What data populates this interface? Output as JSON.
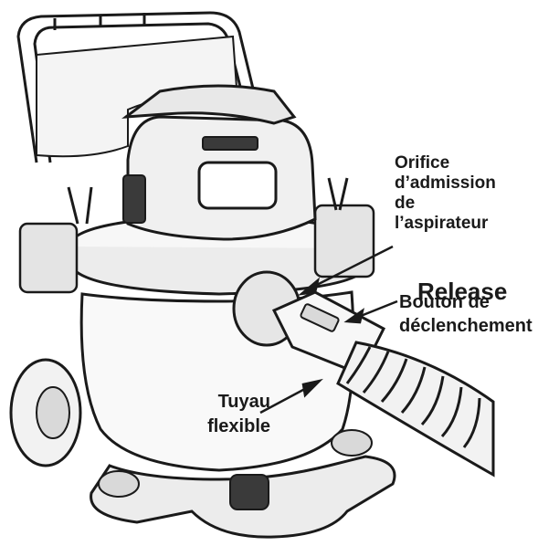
{
  "labels": {
    "inlet": {
      "line1": "Orifice",
      "line2": "d’admission",
      "line3": "de",
      "line4": "l’aspirateur"
    },
    "release_overlay": "Release",
    "release_button": {
      "line1": "Bouton de",
      "line2": "déclenchement"
    },
    "hose": {
      "line1": "Tuyau",
      "line2": "flexible"
    }
  },
  "colors": {
    "line": "#1a1a1a",
    "fill_light": "#f2f2f2",
    "fill_mid": "#d9d9d9",
    "fill_dark": "#3a3a3a"
  }
}
